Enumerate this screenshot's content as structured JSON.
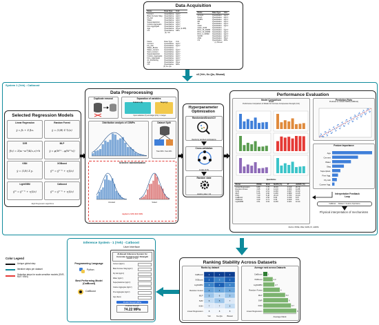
{
  "acquisition": {
    "title": "Data Acquisition",
    "link_text": "x3 (Yeh, Ke-Qiu, Biswal)",
    "cap_a": "(a) Yeh",
    "cap_b": "(b) Ke-Qiu",
    "cap_c": "(c) Biswal",
    "headers": [
      "Name",
      "Data Type",
      "Unit"
    ],
    "table_a": [
      [
        "Cement",
        "Quantitative",
        "kg/m³"
      ],
      [
        "Blast Furnace Slag",
        "Quantitative",
        "kg/m³"
      ],
      [
        "Fly Ash",
        "Quantitative",
        "kg/m³"
      ],
      [
        "Water",
        "Quantitative",
        "kg/m³"
      ],
      [
        "Superplasticizer",
        "Quantitative",
        "kg/m³"
      ],
      [
        "Coarse Aggregate",
        "Quantitative",
        "kg/m³"
      ],
      [
        "Fine Aggregate",
        "Quantitative",
        "kg/m³"
      ],
      [
        "Age",
        "Quantitative",
        "Days (1-365)"
      ],
      [
        "CS",
        "Quantitative",
        "MPa"
      ]
    ],
    "table_b": [
      [
        "Name",
        "Data Type",
        "Unit"
      ],
      [
        "Cement",
        "Quantitative",
        "kg/m³"
      ],
      [
        "Fly_Ash",
        "Quantitative",
        "kg/m³"
      ],
      [
        "Water_Binder",
        "Quantitative",
        "—"
      ],
      [
        "Water_content",
        "Quantitative",
        "kg/m³"
      ],
      [
        "Sand_content",
        "Quantitative",
        "kg/m³"
      ],
      [
        "Superplasticizer",
        "Quantitative",
        "kg/m³"
      ],
      [
        "Coarse_Aggregate",
        "Quantitative",
        "kg/m³"
      ],
      [
        "Fine_Aggregate",
        "Quantitative",
        "kg/m³"
      ],
      [
        "Air_Entraining",
        "Quantitative",
        "kg/m³"
      ],
      [
        "Age",
        "Quantitative",
        "Days"
      ],
      [
        "CS",
        "Quantitative",
        "MPa"
      ]
    ],
    "table_c": [
      [
        "cement",
        "Quantitative",
        "kg/m³"
      ],
      [
        "flyash",
        "Quantitative",
        "kg/m³"
      ],
      [
        "GGBS",
        "Quantitative",
        "kg/m³"
      ],
      [
        "MK",
        "Quantitative",
        "kg/m³"
      ],
      [
        "SF",
        "Quantitative",
        "kg/m³"
      ],
      [
        "water",
        "Quantitative",
        "kg/m³"
      ],
      [
        "water_SCM",
        "Quantitative",
        "—"
      ],
      [
        "RCA_15_20MM",
        "Quantitative",
        "kg/m³"
      ],
      [
        "RCA_10_20MM",
        "Quantitative",
        "kg/m³"
      ],
      [
        "RCA_4_10MM",
        "Quantitative",
        "kg/m³"
      ],
      [
        "SAND",
        "Quantitative",
        "kg/m³"
      ],
      [
        "AGE",
        "Quantitative",
        "Days"
      ],
      [
        "CS",
        "Quantitative",
        "MPa"
      ]
    ]
  },
  "system_label": "System 1 (Yeh) : Catboost",
  "models": {
    "title": "Selected Regression Models",
    "caption": "Eight Regression algorithms",
    "cells": [
      {
        "name": "Linear Regression",
        "eq": "ŷ = β₀ + Σ βᵢxᵢ"
      },
      {
        "name": "Random Forest",
        "eq": "ŷ = (1/B) Σ Tᵦ(x)"
      },
      {
        "name": "SVR",
        "eq": "f(x) = Σ(αᵢ−αᵢ*)K(xᵢ,x)+b"
      },
      {
        "name": "MLP",
        "eq": "ŷ = φ(W⁽ᴸ⁾...φ(W⁽¹⁾x))"
      },
      {
        "name": "KNN",
        "eq": "ŷ = (1/k) Σ yᵢ"
      },
      {
        "name": "XGBoost",
        "eq": "ŷ⁽ᵗ⁾ = ŷ⁽ᵗ⁻¹⁾ + η·fₜ(x)"
      },
      {
        "name": "LightGBM",
        "eq": "ŷ⁽ᵗ⁾ = ŷ⁽ᵗ⁻¹⁾ + η·fₜ(x)"
      },
      {
        "name": "Catboost",
        "eq": "ŷ⁽ᵗ⁾ = ŷ⁽ᵗ⁻¹⁾ + η·fₜ(x)"
      }
    ]
  },
  "preprocessing": {
    "title": "Data Preprocessing",
    "duplicate": "Duplicate removal",
    "separation": "Separation of variables",
    "features": "Features (X)",
    "target": "Target (y)",
    "sep_caption": "Input variables (X) and target (CS) = 1 target",
    "distribution": "Distribution analysis of CSMPa",
    "split": "Dataset Split",
    "split_sub": "Train 80% / Test 20%",
    "selective": "Selective standardization",
    "applied": "Applied to SVR, MLP, KNN",
    "hist_left_label": "Unscaled",
    "hist_right_label": "Scaled"
  },
  "hyper": {
    "title": "Hyperparameter Optimization",
    "step1": "RandomizedSearchCV",
    "step1_cap": "Randomly sampled combinations",
    "step2": "Cross-validation",
    "step2_cap": "K-folds (K=5)",
    "step3": "Random state",
    "step3_cap": "random_state = 42"
  },
  "performance": {
    "title": "Performance Evaluation",
    "model_comparison": "Model Comparison",
    "visual": "Visual",
    "visual_sub": "Performance Comparison of Models for Concrete Compressive Strength (Yeh)",
    "prediction_plots": "Prediction Plots",
    "prediction_sub": "Predicted vs. Actual CSMPa (CatBoost)",
    "quantitative": "Quantitative",
    "metrics_caption": "Metrics: RMSE, MAE, MAPE, R², sMAPE",
    "feature_importance": "Feature Importance",
    "feedback": "Interpretative Feedback Loop",
    "feedback_sub": "CatBoost → Dataset 1 Feature Importance",
    "physical": "Physical interpretation of mechanisms",
    "table_headers": [
      "Model",
      "RMSE",
      "MAE",
      "MAPE (%)",
      "R²",
      "sMAPE (%)"
    ],
    "table_rows": [
      [
        "Linear Regression",
        "9.80",
        "7.76",
        "30.60",
        "0.619",
        "26.79"
      ],
      [
        "Random Forest",
        "4.95",
        "3.46",
        "12.20",
        "0.903",
        "11.88"
      ],
      [
        "SVR",
        "6.41",
        "4.51",
        "16.80",
        "0.837",
        "15.33"
      ],
      [
        "MLP",
        "5.35",
        "3.90",
        "13.80",
        "0.889",
        "13.25"
      ],
      [
        "KNN",
        "7.40",
        "5.46",
        "20.10",
        "0.783",
        "19.44"
      ],
      [
        "CatBoost",
        "3.96",
        "2.50",
        "8.90",
        "0.939",
        "8.67"
      ],
      [
        "XGBoost",
        "4.29",
        "2.71",
        "9.30",
        "0.929",
        "9.13"
      ],
      [
        "LightGBM",
        "4.51",
        "3.03",
        "10.80",
        "0.921",
        "10.44"
      ]
    ],
    "fi_labels": [
      "Age",
      "Cement",
      "Water",
      "Slag",
      "Superplast.",
      "Fine Agg.",
      "Fly Ash",
      "Coarse Agg."
    ],
    "fi_values": [
      0.34,
      0.22,
      0.16,
      0.1,
      0.07,
      0.05,
      0.04,
      0.02
    ]
  },
  "inference": {
    "title": "Inference System - 1 (Yeh) - Catboost",
    "ui_title": "User Interface",
    "prog_lang": "Programming Language",
    "python": "Python",
    "best_model": "Best Performing Model (CatBoost)",
    "catboost": "CatBoost",
    "app_title": "AI-Based Inference System for Concrete Compressive Strength",
    "app_sub": "Dataset 1 (Yeh)",
    "fields": [
      "Cement (kg/m³)",
      "Blast Furnace Slag (kg/m³)",
      "Fly Ash (kg/m³)",
      "Water (kg/m³)",
      "Superplasticizer (kg/m³)",
      "Coarse Aggregate (kg/m³)",
      "Fine Aggregate (kg/m³)",
      "Age (days)"
    ],
    "button": "Predict Strength (MPa)",
    "result_label": "Predicted Strength",
    "result_value": "74.22 MPa"
  },
  "ranking": {
    "title": "Ranking Stability Across Datasets",
    "heatmap_title": "Ranks by dataset",
    "avg_title": "Average rank across Datasets",
    "models": [
      "CatBoost",
      "XGBoost",
      "LightGBM",
      "Random Forest",
      "MLP",
      "SVR",
      "KNN",
      "Linear Regression"
    ],
    "datasets": [
      "Yeh",
      "Ke-Qiu",
      "Biswal"
    ],
    "ranks": [
      [
        1,
        1,
        1
      ],
      [
        2,
        3,
        2
      ],
      [
        3,
        2,
        3
      ],
      [
        4,
        4,
        4
      ],
      [
        5,
        6,
        5
      ],
      [
        6,
        5,
        7
      ],
      [
        7,
        7,
        6
      ],
      [
        8,
        8,
        8
      ]
    ],
    "avg_values": [
      1.0,
      2.3,
      2.7,
      4.0,
      5.3,
      6.0,
      6.7,
      8.0
    ],
    "avg_xlabel": "Average Rank"
  },
  "legend": {
    "title": "Color Legend",
    "items": [
      {
        "label": "Unique global step",
        "color": "#111111"
      },
      {
        "label": "Iterative steps per dataset",
        "color": "#0d8a9b"
      },
      {
        "label": "Selective steps for scale-sensitive models (SVR, MLP, KNN)",
        "color": "#e53935"
      }
    ]
  },
  "colors": {
    "teal": "#0d8a9b",
    "red": "#e53935",
    "blue": "#3f7fd9",
    "green": "#5a9c4f",
    "orange": "#e08a3c"
  }
}
